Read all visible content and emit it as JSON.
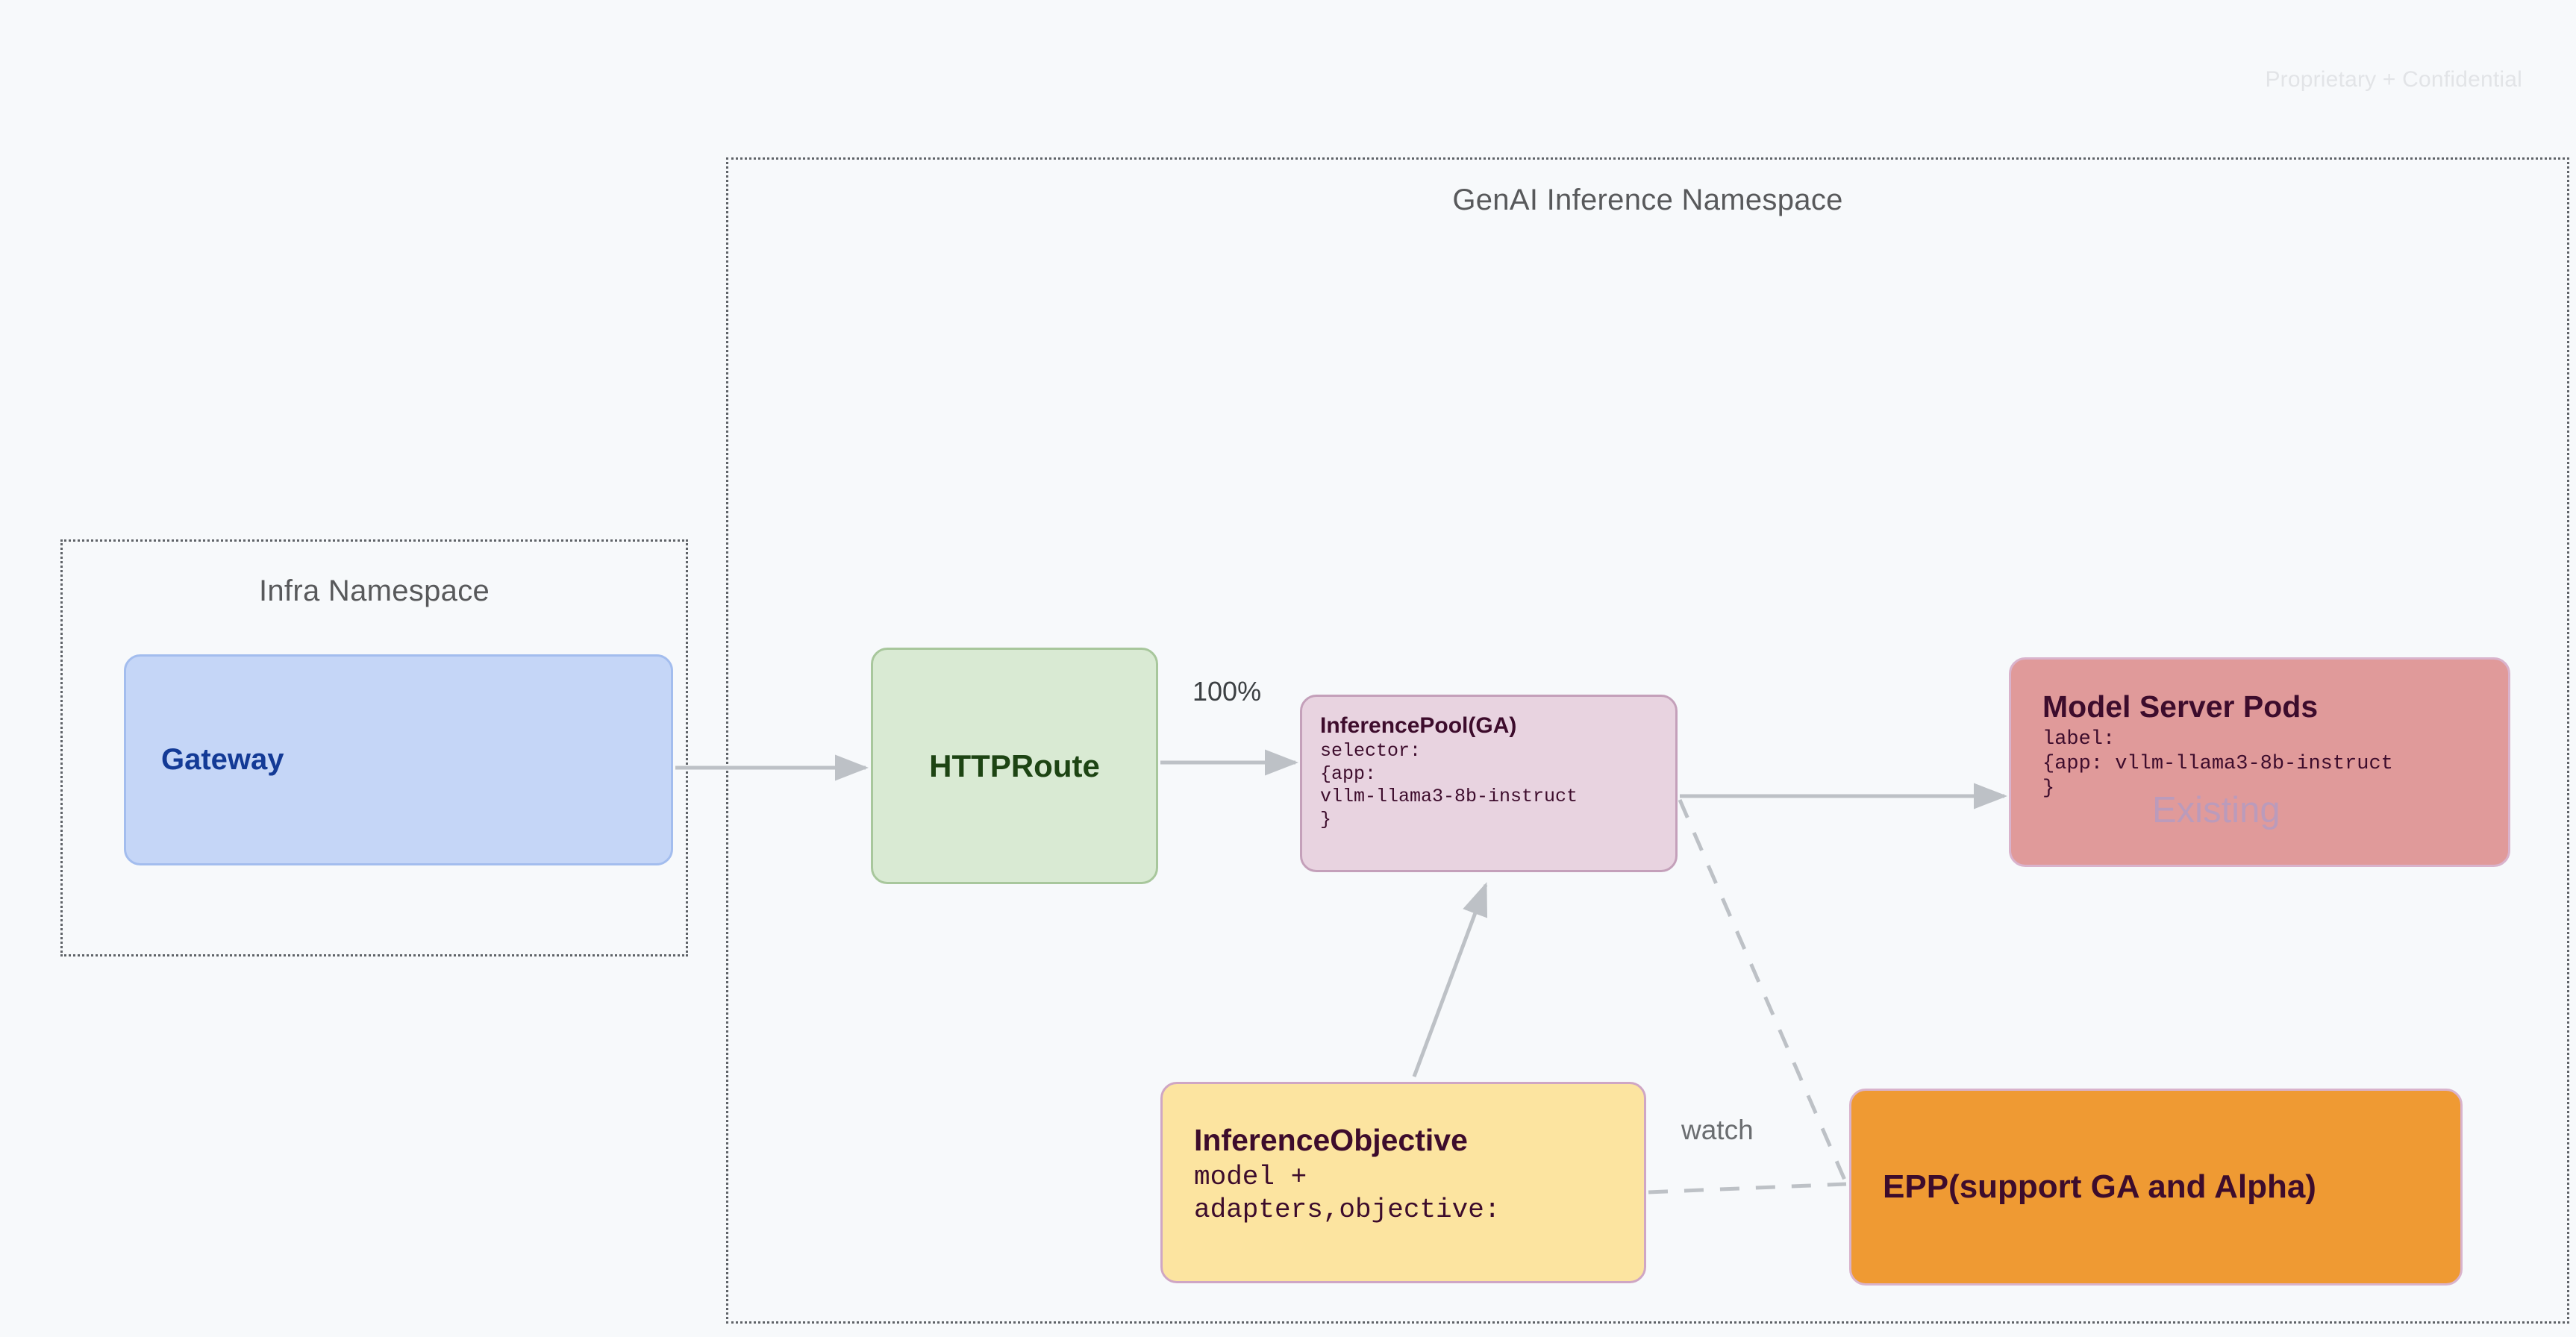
{
  "page": {
    "confidential_notice": "Proprietary + Confidential"
  },
  "namespaces": [
    {
      "id": "infra",
      "title": "Infra Namespace"
    },
    {
      "id": "genai",
      "title": "GenAI Inference Namespace"
    }
  ],
  "nodes": {
    "gateway": {
      "title": "Gateway",
      "fill": "#c5d6f7",
      "border": "#a3bdee",
      "text_color": "#133a96"
    },
    "httproute": {
      "title": "HTTPRoute",
      "fill": "#d9ead3",
      "border": "#a8c79c",
      "text_color": "#1d4413"
    },
    "inferencepool": {
      "title": "InferencePool(GA)",
      "detail": "selector:\n{app:\nvllm-llama3-8b-instruct\n}",
      "fill": "#e8d3e0",
      "border": "#c4a0ba",
      "text_color": "#3d0c2c"
    },
    "modelserverpods": {
      "title": "Model Server Pods",
      "detail": "label:\n{app: vllm-llama3-8b-instruct\n}",
      "watermark": "Existing",
      "fill": "#e09a9a",
      "border": "#d9b3cc",
      "text_color": "#3d0c2c",
      "watermark_color": "#bb9bbb"
    },
    "inferenceobjective": {
      "title": "InferenceObjective",
      "detail": "model +\nadapters,objective:",
      "fill": "#fce4a0",
      "border": "#cfa6c4",
      "text_color": "#3d0c2c"
    },
    "epp": {
      "title": "EPP(support GA and Alpha)",
      "fill": "#ef9a33",
      "border": "#d9b3cc",
      "text_color": "#3d0c2c"
    }
  },
  "edges": [
    {
      "id": "gateway-to-httproute",
      "from": "gateway",
      "to": "httproute",
      "label": "",
      "style": "solid"
    },
    {
      "id": "httproute-to-inferencepool",
      "from": "httproute",
      "to": "inferencepool",
      "label": "100%",
      "style": "solid"
    },
    {
      "id": "inferencepool-to-modelserverpods",
      "from": "inferencepool",
      "to": "modelserverpods",
      "label": "",
      "style": "solid"
    },
    {
      "id": "inferenceobjective-to-inferencepool",
      "from": "inferenceobjective",
      "to": "inferencepool",
      "label": "",
      "style": "solid"
    },
    {
      "id": "inferencepool-to-epp",
      "from": "inferencepool",
      "to": "epp",
      "label": "",
      "style": "dashed"
    },
    {
      "id": "inferenceobjective-to-epp",
      "from": "inferenceobjective",
      "to": "epp",
      "label": "watch",
      "style": "dashed"
    }
  ],
  "edge_labels": {
    "traffic_weight": "100%",
    "watch": "watch"
  },
  "colors": {
    "background": "#f7f9fb",
    "namespace_border": "#5f6368",
    "connector": "#bdc1c6",
    "namespace_title": "#58595b"
  }
}
